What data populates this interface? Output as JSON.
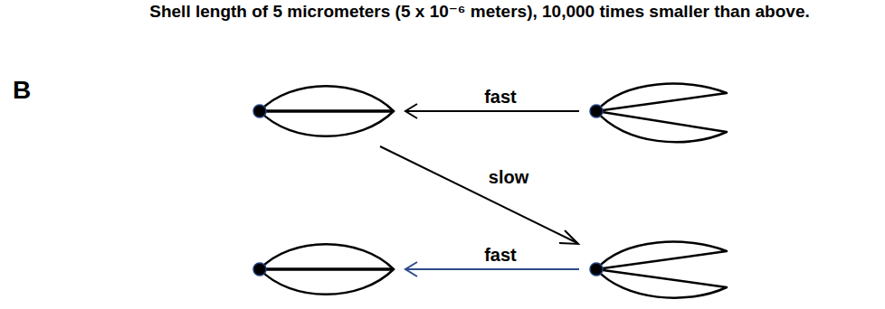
{
  "diagram": {
    "title": "Shell length of 5 micrometers (5 x 10⁻⁶ meters), 10,000 times smaller than above.",
    "labels": [
      "B",
      "fast",
      "slow",
      "fast"
    ]
  }
}
